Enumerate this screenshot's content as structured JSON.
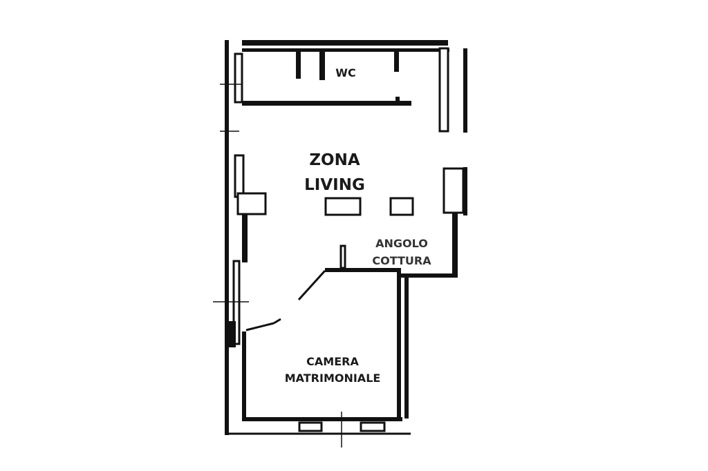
{
  "rooms": {
    "wc": "WC",
    "zona_living": [
      "ZONA",
      "LIVING"
    ],
    "angolo_cottura": [
      "ANGOLO",
      "COTTURA"
    ],
    "camera_matrimoniale": [
      "CAMERA",
      "MATRIMONIALE"
    ]
  },
  "colors": {
    "wall": "#111111",
    "background": "#ffffff",
    "label": "#1a1a1a"
  }
}
